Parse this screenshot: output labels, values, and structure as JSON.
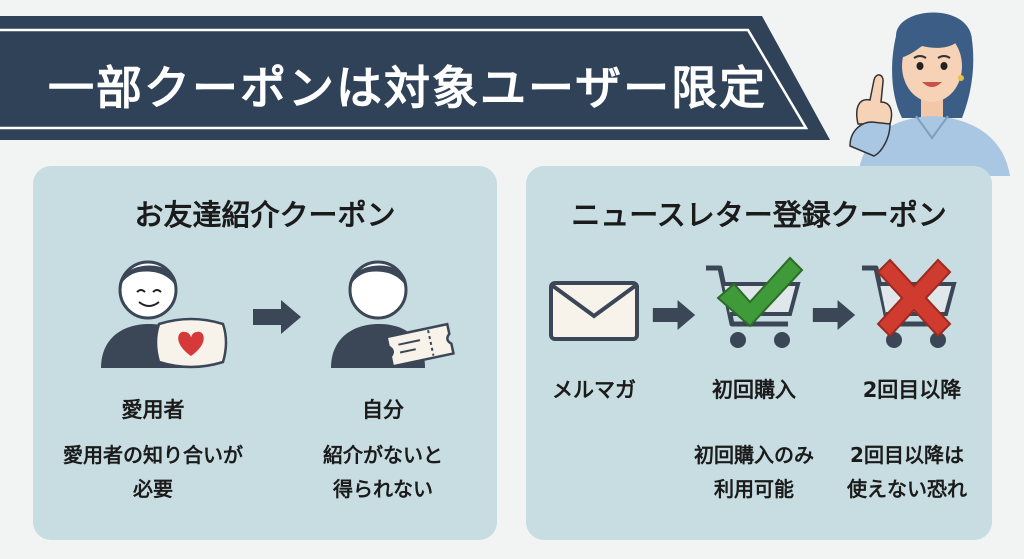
{
  "banner": {
    "title": "一部クーポンは対象ユーザー限定"
  },
  "left_panel": {
    "title": "お友達紹介クーポン",
    "steps": [
      {
        "label": "愛用者",
        "desc_line1": "愛用者の知り合いが",
        "desc_line2": "必要"
      },
      {
        "label": "自分",
        "desc_line1": "紹介がないと",
        "desc_line2": "得られない"
      }
    ]
  },
  "right_panel": {
    "title": "ニュースレター登録クーポン",
    "steps": [
      {
        "label": "メルマガ"
      },
      {
        "label": "初回購入",
        "desc_line1": "初回購入のみ",
        "desc_line2": "利用可能"
      },
      {
        "label": "2回目以降",
        "desc_line1": "2回目以降は",
        "desc_line2": "使えない恐れ"
      }
    ]
  },
  "colors": {
    "banner": "#2f4258",
    "panel": "#c7dde2",
    "person": "#3b4656",
    "check": "#3f9a3a",
    "cross": "#cf3b2e",
    "heart": "#d6393a"
  },
  "icons": [
    "person-icon",
    "pillow-heart-icon",
    "ticket-icon",
    "arrow-right-icon",
    "envelope-icon",
    "cart-icon",
    "check-icon",
    "cross-icon"
  ]
}
